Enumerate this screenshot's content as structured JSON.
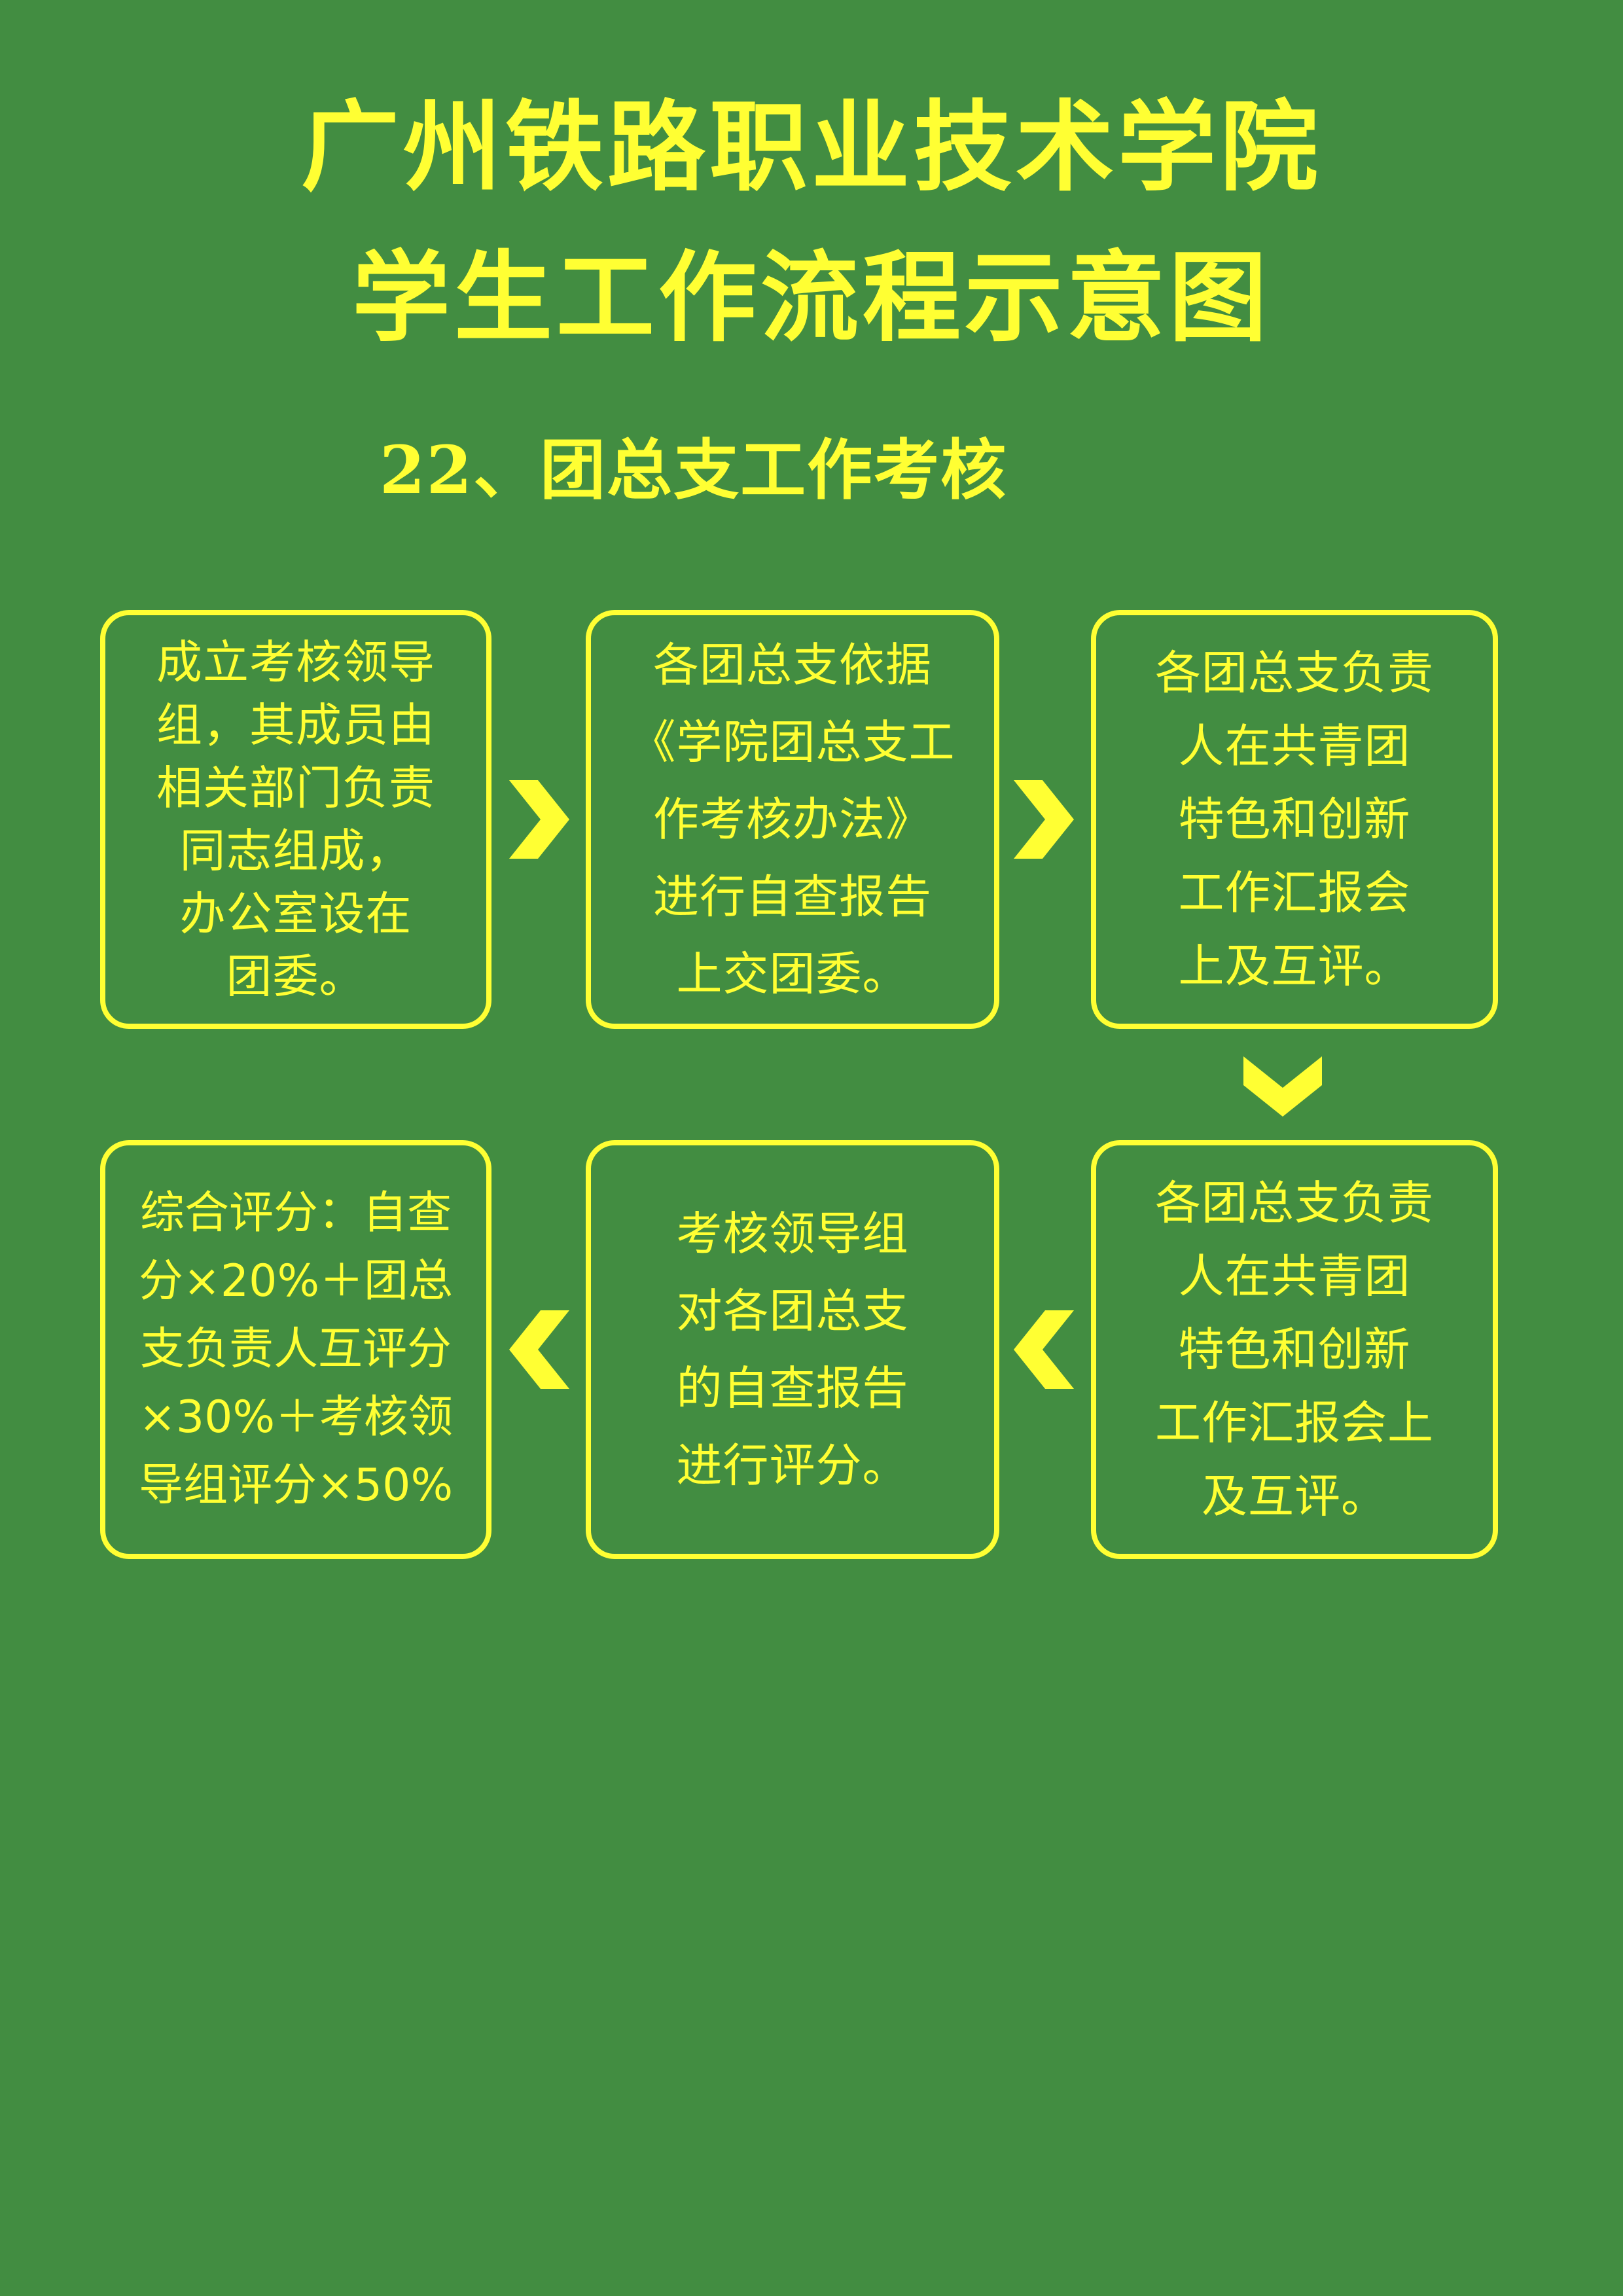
{
  "header": {
    "title_line1": "广州铁路职业技术学院",
    "title_line2": "学生工作流程示意图",
    "subtitle": "22、团总支工作考核"
  },
  "flow": {
    "steps": [
      {
        "text": "成立考核领导\n组，其成员由\n相关部门负责\n同志组成，\n办公室设在\n团委。"
      },
      {
        "text": "各团总支依据\n《学院团总支工\n作考核办法》\n进行自查报告\n上交团委。"
      },
      {
        "text": "各团总支负责\n人在共青团\n特色和创新\n工作汇报会\n上及互评。"
      },
      {
        "text": "各团总支负责\n人在共青团\n特色和创新\n工作汇报会上\n及互评。"
      },
      {
        "text": "考核领导组\n对各团总支\n的自查报告\n进行评分。"
      },
      {
        "text": "综合评分：自查\n分×20%＋团总\n支负责人互评分\n×30%＋考核领\n导组评分×50%"
      }
    ],
    "arrows": [
      "chevron-right",
      "chevron-right",
      "chevron-down",
      "chevron-left",
      "chevron-left"
    ]
  },
  "colors": {
    "background": "#428d41",
    "accent": "#ffff33"
  }
}
